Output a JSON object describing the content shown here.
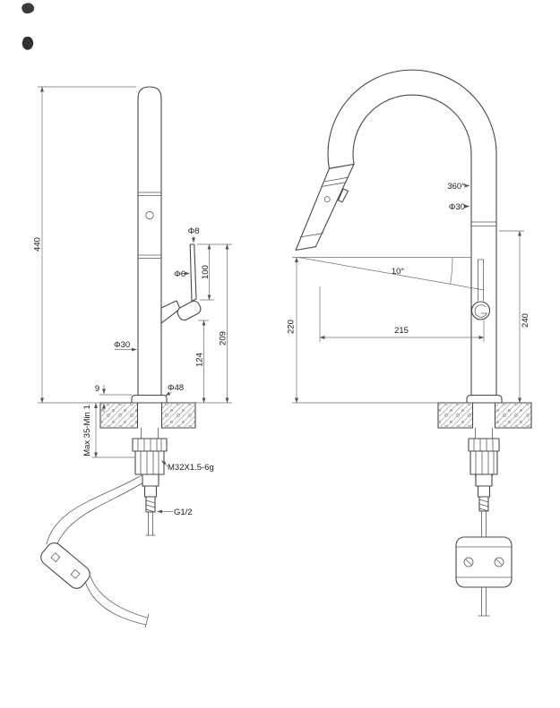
{
  "drawing": {
    "front": {
      "h440": "440",
      "phi8": "Φ8",
      "phi6": "Φ6",
      "len100": "100",
      "h209": "209",
      "h124": "124",
      "phi30": "Φ30",
      "phi48": "Φ48",
      "h9": "9",
      "clamp": "Max 35-Min 1",
      "thread_m32": "M32X1.5-6g",
      "thread_g12": "G1/2"
    },
    "side": {
      "swivel360": "360°",
      "phi30": "Φ30",
      "angle10": "10°",
      "h220": "220",
      "reach215": "215",
      "h240": "240"
    }
  }
}
